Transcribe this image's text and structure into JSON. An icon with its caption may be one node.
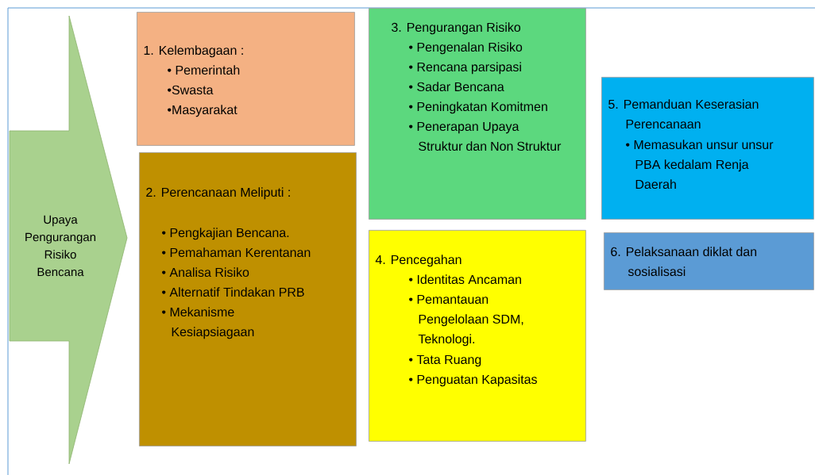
{
  "diagram": {
    "nodes": [
      {
        "text": [
          "Upaya Pengurangan Risiko Bencana"
        ]
      },
      {
        "text": [
          "1. Kelembagaan :",
          "• Pemerintah",
          "•Swasta",
          "•Masyarakat"
        ]
      },
      {
        "text": [
          "2. Perencanaan Meliputi :",
          "• Pengkajian Bencana.",
          "• Pemahaman Kerentanan",
          "• Analisa Risiko",
          "• Alternatif Tindakan PRB",
          "• Mekanisme Kesiapsiagaan"
        ]
      },
      {
        "text": [
          "3. Pengurangan Risiko",
          "• Pengenalan Risiko",
          "• Rencana parsipasi",
          "• Sadar Bencana",
          "• Peningkatan Komitmen",
          "• Penerapan Upaya Struktur dan Non Struktur"
        ]
      },
      {
        "text": [
          "4. Pencegahan",
          "• Identitas Ancaman",
          "• Pemantauan Pengelolaan SDM, Teknologi.",
          "• Tata Ruang",
          "• Penguatan Kapasitas"
        ]
      },
      {
        "text": [
          "5. Pemanduan Keserasian Perencanaan",
          "• Memasukan unsur unsur PBA kedalam Renja Daerah"
        ]
      },
      {
        "text": [
          "6. Pelaksanaan diklat dan sosialisasi"
        ]
      }
    ],
    "edges": []
  }
}
